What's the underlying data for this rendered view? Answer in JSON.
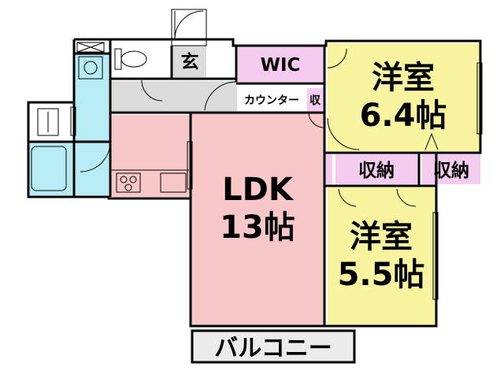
{
  "rooms": {
    "entrance": "玄",
    "wic": "WIC",
    "counter": "カウンター",
    "storage_small": "収",
    "western1_name": "洋室",
    "western1_size": "6.4帖",
    "ldk_name": "LDK",
    "ldk_size": "13帖",
    "closet1": "収納",
    "closet2": "収納",
    "western2_name": "洋室",
    "western2_size": "5.5帖",
    "balcony": "バルコニー"
  },
  "colors": {
    "ldk": "#f8c8c8",
    "kitchen": "#f8c8c8",
    "western": "#f8f4a0",
    "wic": "#f4ccf0",
    "bath": "#b8ecf4",
    "hall": "#dcdcdc",
    "balcony": "#ececec"
  }
}
